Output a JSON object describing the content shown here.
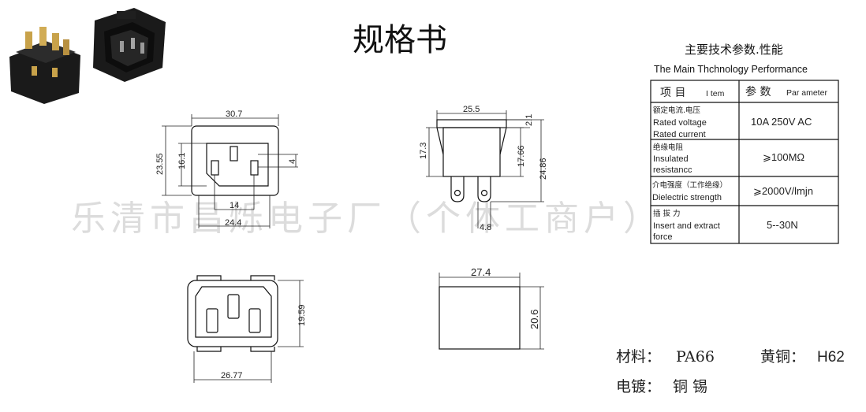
{
  "title": "规格书",
  "watermark": "乐清市昌烁电子厂（个体工商户）",
  "front_view": {
    "width": "30.7",
    "height": "23.55",
    "inner_height": "16.1",
    "pin_offset": "4",
    "pin_span": "14",
    "inner_width": "24.4"
  },
  "side_view": {
    "width": "25.5",
    "flange": "2.1",
    "body_height": "17.3",
    "depth": "17.66",
    "total_height": "24.86",
    "terminal": "4.8"
  },
  "rear_view": {
    "height": "19.59",
    "width": "26.77"
  },
  "cutout_view": {
    "width": "27.4",
    "height": "20.6"
  },
  "spec_table": {
    "title_cn": "主要技术参数.性能",
    "title_en": "The Main Thchnology  Performance",
    "header": {
      "item_cn": "项  目",
      "item_en": "I tem",
      "param_cn": "参  数",
      "param_en": "Par ameter"
    },
    "rows": [
      {
        "label_cn": "额定电流.电压",
        "label_en": [
          "Rated  voltage",
          "Rated  current"
        ],
        "value": "10A  250V  AC"
      },
      {
        "label_cn": "绝缘电阻",
        "label_en": [
          "Insulated",
          "resistancc"
        ],
        "value": "⩾100MΩ"
      },
      {
        "label_cn": "介电强度（工作绝缘）",
        "label_en": [
          "Dielectric  strength"
        ],
        "value": "⩾2000V/lmjn"
      },
      {
        "label_cn": "插  拔  力",
        "label_en": [
          "Insert  and  extract",
          "force"
        ],
        "value": "5--30N"
      }
    ]
  },
  "material": {
    "material_label": "材料：",
    "material_value": "PA66",
    "brass_label": "黄铜：",
    "brass_value": "H62",
    "plating_label": "电镀：",
    "plating_value": "铜  锡"
  }
}
